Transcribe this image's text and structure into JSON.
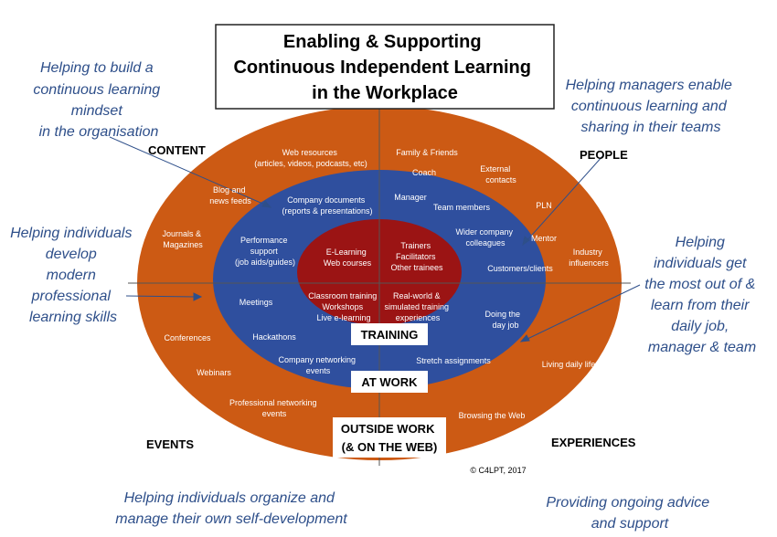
{
  "title": [
    "Enabling & Supporting",
    "Continuous Independent Learning",
    "in the Workplace"
  ],
  "colors": {
    "outer": "#cc5a14",
    "middle": "#2f4f9e",
    "inner": "#9b1414",
    "callout": "#2e4f8a",
    "divider": "#555555"
  },
  "quadrants": {
    "content": "CONTENT",
    "people": "PEOPLE",
    "events": "EVENTS",
    "experiences": "EXPERIENCES"
  },
  "rings": {
    "training": "TRAINING",
    "at_work": "AT WORK",
    "outside_work": [
      "OUTSIDE WORK",
      "(& ON THE WEB)"
    ]
  },
  "outer_items": {
    "web_resources": [
      "Web resources",
      "(articles, videos, podcasts, etc)"
    ],
    "blog": [
      "Blog and",
      "news feeds"
    ],
    "journals": [
      "Journals &",
      "Magazines"
    ],
    "conferences": [
      "Conferences"
    ],
    "webinars": [
      "Webinars"
    ],
    "prof_networking": [
      "Professional networking",
      "events"
    ],
    "family": [
      "Family & Friends"
    ],
    "external": [
      "External",
      "contacts"
    ],
    "pln": [
      "PLN"
    ],
    "industry": [
      "Industry",
      "influencers"
    ],
    "living": [
      "Living daily life"
    ],
    "browsing": [
      "Browsing the Web"
    ]
  },
  "middle_items": {
    "company_docs": [
      "Company documents",
      "(reports & presentations)"
    ],
    "performance": [
      "Performance",
      "support",
      "(job aids/guides)"
    ],
    "meetings": [
      "Meetings"
    ],
    "hackathons": [
      "Hackathons"
    ],
    "company_net": [
      "Company networking",
      "events"
    ],
    "coach": [
      "Coach"
    ],
    "manager": [
      "Manager"
    ],
    "team": [
      "Team members"
    ],
    "wider": [
      "Wider company",
      "colleagues"
    ],
    "mentor": [
      "Mentor"
    ],
    "customers": [
      "Customers/clients"
    ],
    "doing_job": [
      "Doing the",
      "day job"
    ],
    "stretch": [
      "Stretch assignments"
    ]
  },
  "inner_items": {
    "elearning": [
      "E-Learning",
      "Web courses"
    ],
    "trainers": [
      "Trainers",
      "Facilitators",
      "Other trainees"
    ],
    "classroom": [
      "Classroom training",
      "Workshops",
      "Live  e-learning"
    ],
    "realworld": [
      "Real-world &",
      "simulated training",
      "experiences"
    ]
  },
  "callouts": {
    "top_left": [
      "Helping to build a",
      "continuous learning",
      "mindset",
      "in the organisation"
    ],
    "top_right": [
      "Helping managers enable",
      "continuous learning and",
      "sharing in their teams"
    ],
    "mid_left": [
      "Helping individuals",
      "develop",
      "modern",
      "professional",
      "learning skills"
    ],
    "mid_right": [
      "Helping",
      "individuals get",
      "the most out of &",
      "learn from their",
      "daily job,",
      "manager & team"
    ],
    "bottom_left": [
      "Helping individuals organize and",
      "manage their own self-development"
    ],
    "bottom_right": [
      "Providing ongoing advice",
      "and support"
    ]
  },
  "copyright": "© C4LPT, 2017"
}
